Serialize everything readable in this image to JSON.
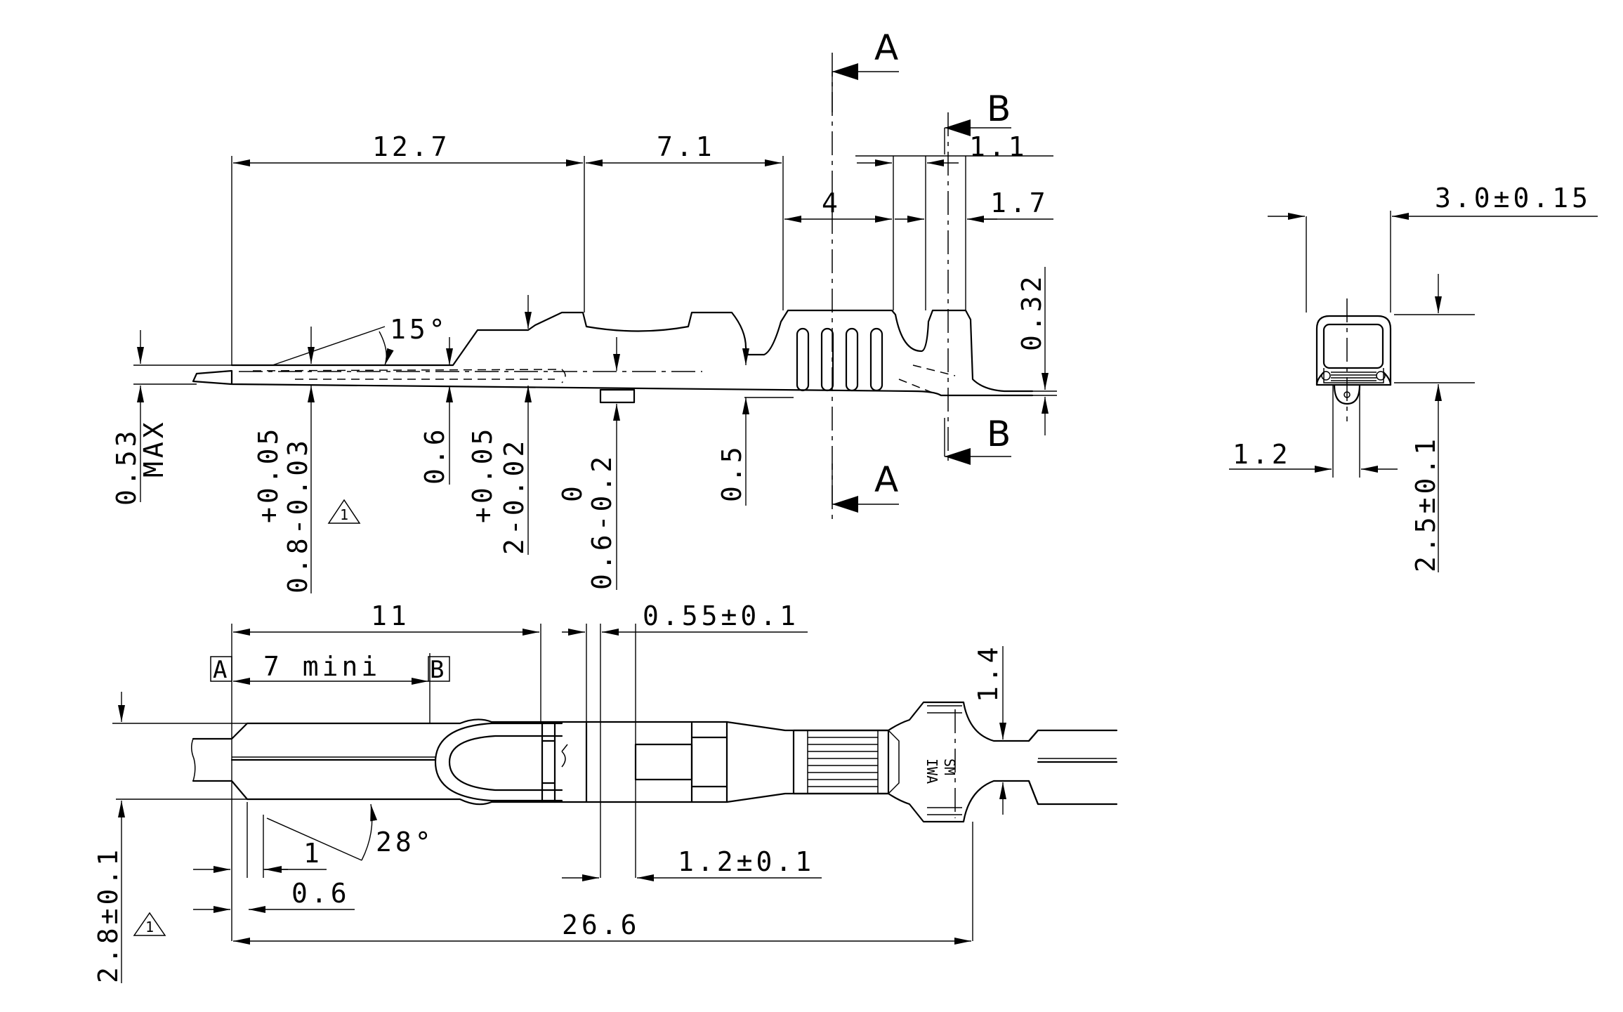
{
  "side_view": {
    "dims": {
      "d_12_7": "12.7",
      "d_7_1": "7.1",
      "d_4": "4",
      "d_1_1": "1.1",
      "d_1_7": "1.7",
      "d_0_32": "0.32",
      "d_15deg": "15°",
      "d_0_53": "0.53",
      "d_max": "MAX",
      "d_0_8_tol": "+0.05",
      "d_0_8": "0.8-0.03",
      "d_0_6": "0.6",
      "d_2_tol": "+0.05",
      "d_2": "2-0.02",
      "d_0_6b_tol": "0",
      "d_0_6b": "0.6-0.2",
      "d_0_5": "0.5"
    },
    "section_a": "A",
    "section_b": "B",
    "note_flag": "1"
  },
  "end_view": {
    "dims": {
      "d_3_0": "3.0±0.15",
      "d_1_2": "1.2",
      "d_2_5": "2.5±0.1"
    }
  },
  "top_view": {
    "dims": {
      "d_11": "11",
      "d_0_55": "0.55±0.1",
      "d_7_mini": "7 mini",
      "datum_a": "A",
      "datum_b": "B",
      "d_1_4": "1.4",
      "d_28deg": "28°",
      "d_1": "1",
      "d_0_6": "0.6",
      "d_1_2": "1.2±0.1",
      "d_26_6": "26.6",
      "d_2_8": "2.8±0.1"
    },
    "marking": [
      "SM",
      "IWA"
    ],
    "note_flag": "1"
  }
}
